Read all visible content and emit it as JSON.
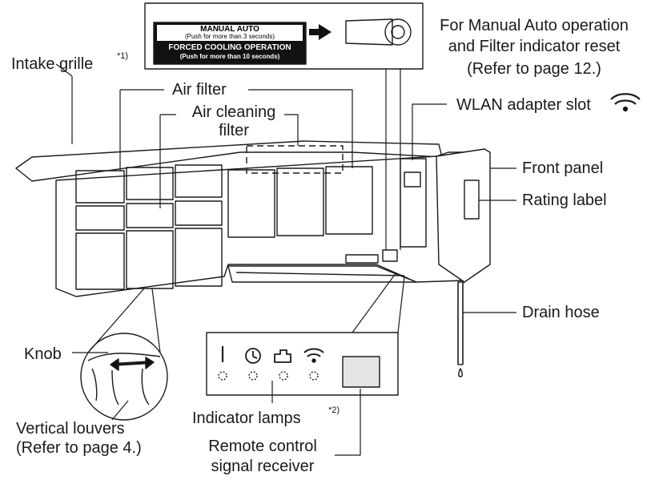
{
  "manual_label": {
    "title": "MANUAL AUTO",
    "title_note": "(Push for more than 3 seconds)",
    "forced": "FORCED COOLING OPERATION",
    "forced_note": "(Push for more than 10 seconds)"
  },
  "labels": {
    "manual_auto_op_line1": "For Manual Auto operation",
    "manual_auto_op_line2": "and Filter indicator reset",
    "manual_auto_op_line3": "(Refer to page 12.)",
    "intake_grille": "Intake grille",
    "intake_grille_note": "*1)",
    "air_filter": "Air filter",
    "air_cleaning_line1": "Air cleaning",
    "air_cleaning_line2": "filter",
    "wlan_slot": "WLAN adapter slot",
    "front_panel": "Front panel",
    "rating_label": "Rating label",
    "drain_hose": "Drain hose",
    "knob": "Knob",
    "vertical_louvers_line1": "Vertical louvers",
    "vertical_louvers_line2": "(Refer to page 4.)",
    "indicator_lamps": "Indicator lamps",
    "indicator_lamps_note": "*2)",
    "remote_line1": "Remote control",
    "remote_line2": "signal receiver"
  },
  "indicator_icons": [
    "power-icon",
    "timer-icon",
    "air-cleaning-icon",
    "wifi-icon"
  ],
  "colors": {
    "line": "#1a1a1a",
    "panel": "#ffffff",
    "grey_fill": "#e4e4e4",
    "dark": "#111111"
  }
}
